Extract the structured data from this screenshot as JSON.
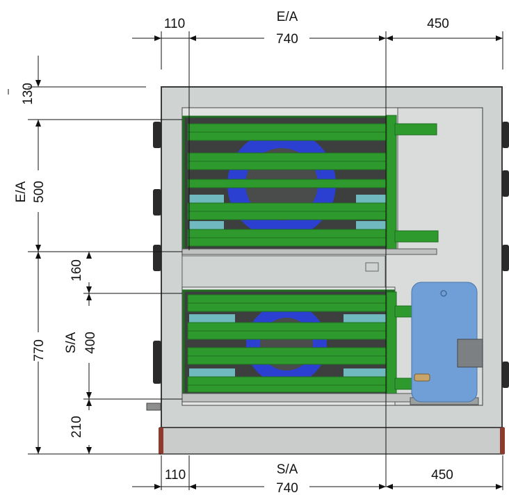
{
  "top_dimensions": {
    "header": "E/A",
    "left_offset": "110",
    "center_width": "740",
    "right_width": "450"
  },
  "bottom_dimensions": {
    "header": "S/A",
    "left_offset": "110",
    "center_width": "740",
    "right_width": "450"
  },
  "left_dimensions_outer": {
    "top_gap": "130",
    "upper_label": "E/A",
    "upper_height": "500",
    "lower_height": "770"
  },
  "left_dimensions_inner": {
    "gap_top": "160",
    "label": "S/A",
    "coil_height": "400",
    "gap_bottom": "210"
  },
  "colors": {
    "cabinet": "#cfd3d2",
    "cabinet_edge": "#3a3a3a",
    "coil_green": "#2e9a2e",
    "coil_dark": "#1f6e1f",
    "fan_blue": "#2b3fd1",
    "compressor_blue": "#6f9fd6",
    "teal": "#6fb9bf",
    "connector": "#2a2a2a",
    "base_red": "#8c3b2d"
  }
}
